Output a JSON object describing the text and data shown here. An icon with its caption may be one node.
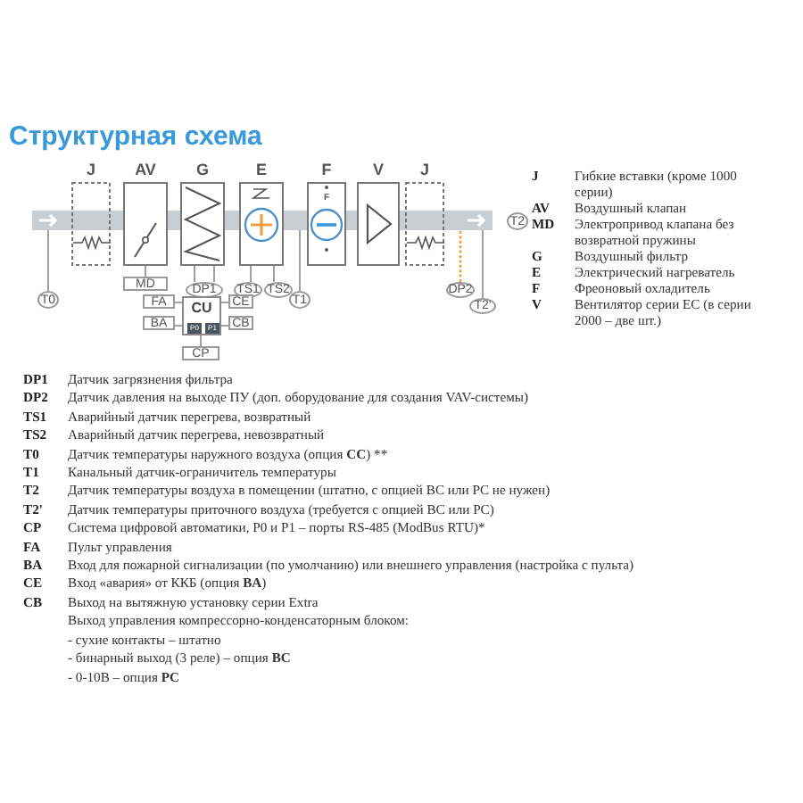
{
  "diagram": {
    "title": "Структурная схема",
    "nodes": [
      {
        "text": [
          "J"
        ]
      },
      {
        "text": [
          "AV"
        ]
      },
      {
        "text": [
          "G"
        ]
      },
      {
        "text": [
          "E"
        ]
      },
      {
        "text": [
          "F",
          "F"
        ]
      },
      {
        "text": [
          "V"
        ]
      },
      {
        "text": [
          "J"
        ]
      },
      {
        "text": [
          "MD"
        ]
      },
      {
        "text": [
          "DP1"
        ]
      },
      {
        "text": [
          "TS1"
        ]
      },
      {
        "text": [
          "TS2"
        ]
      },
      {
        "text": [
          "T0"
        ]
      },
      {
        "text": [
          "T1"
        ]
      },
      {
        "text": [
          "DP2"
        ]
      },
      {
        "text": [
          "T2'"
        ]
      },
      {
        "text": [
          "T2"
        ]
      },
      {
        "text": [
          "FA"
        ]
      },
      {
        "text": [
          "BA"
        ]
      },
      {
        "text": [
          "CU"
        ]
      },
      {
        "text": [
          "P0"
        ],
        "in": 18
      },
      {
        "text": [
          "P1"
        ],
        "in": 18
      },
      {
        "text": [
          "CE"
        ]
      },
      {
        "text": [
          "CB"
        ]
      },
      {
        "text": [
          "CP"
        ]
      },
      {
        "text": [],
        "shape": "bar"
      }
    ],
    "edges": [
      {
        "from": 7,
        "to": 1,
        "arrow": "none"
      },
      {
        "from": 8,
        "to": 2,
        "arrow": "none"
      },
      {
        "from": 8,
        "to": 2,
        "arrow": "none"
      },
      {
        "from": 9,
        "to": 3,
        "arrow": "none"
      },
      {
        "from": 10,
        "to": 3,
        "arrow": "none"
      },
      {
        "from": 11,
        "to": 24,
        "arrow": "none"
      },
      {
        "from": 12,
        "to": 24,
        "arrow": "none"
      },
      {
        "from": 13,
        "to": 24,
        "arrow": "none",
        "style": "dashed",
        "color": "#f0a040"
      },
      {
        "from": 14,
        "to": 24,
        "arrow": "none"
      },
      {
        "from": 16,
        "to": 18,
        "arrow": "none"
      },
      {
        "from": 17,
        "to": 19,
        "arrow": "none"
      },
      {
        "from": 21,
        "to": 18,
        "arrow": "none"
      },
      {
        "from": 22,
        "to": 20,
        "arrow": "none"
      },
      {
        "from": 23,
        "to": 18,
        "arrow": "none"
      }
    ],
    "labels": [
      "J",
      "Гибкие вставки (кроме 1000 серии)",
      "AV",
      "Воздушный клапан",
      "MD",
      "Электропривод клапана без возвратной пружины",
      "G",
      "Воздушный фильтр",
      "E",
      "Электрический нагреватель",
      "F",
      "Фреоновый охладитель",
      "V",
      "Вентилятор серии EC (в серии 2000 – две шт.)",
      "DP1",
      "Датчик загрязнения фильтра",
      "DP2",
      "Датчик давления на выходе ПУ (доп. оборудование для создания VAV-системы)",
      "TS1",
      "Аварийный датчик перегрева, возвратный",
      "TS2",
      "Аварийный датчик перегрева, невозвратный",
      "T0",
      "Датчик температуры наружного воздуха (опция **CC**) **",
      "T1",
      "Канальный датчик-ограничитель температуры",
      "T2",
      "Датчик температуры воздуха в помещении (штатно, с опцией BC или PC не нужен)",
      "T2'",
      "Датчик температуры приточного воздуха (требуется с опцией BC или PC)",
      "CP",
      "Система цифровой автоматики, P0 и P1 – порты RS-485 (ModBus RTU)*",
      "FA",
      "Пульт управления",
      "BA",
      "Вход для пожарной сигнализации (по умолчанию) или внешнего управления (настройка с пульта)",
      "CE",
      "Вход «авария» от ККБ (опция **BA**)",
      "CB",
      "Выход на вытяжную установку серии Extra",
      "Выход управления компрессорно-конденсаторным блоком:",
      "- сухие контакты – штатно",
      "- бинарный выход (3 реле) – опция **BC**",
      "- 0-10В – опция **PC**"
    ]
  }
}
